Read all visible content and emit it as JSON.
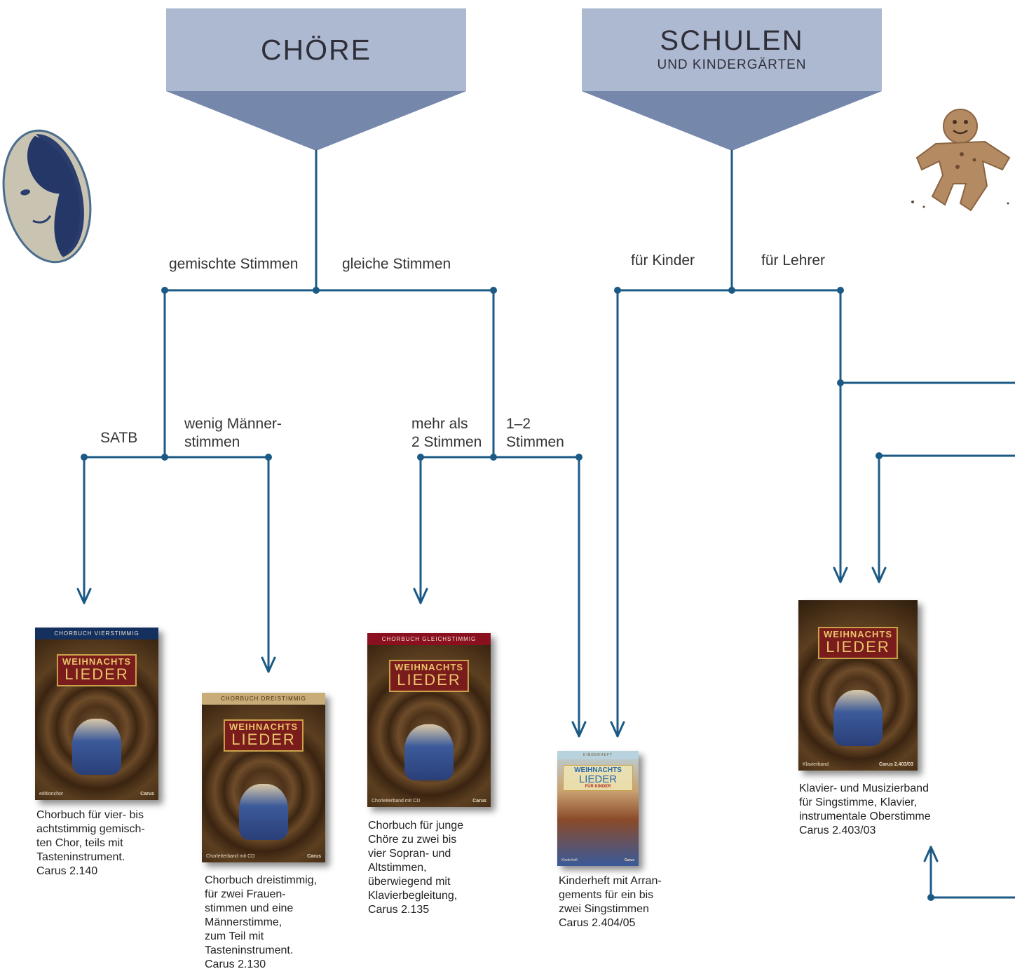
{
  "headers": {
    "choere": {
      "title": "CHÖRE"
    },
    "schulen": {
      "title": "SCHULEN",
      "subtitle": "UND KINDERGÄRTEN"
    }
  },
  "branch_labels": {
    "gemischte": "gemischte Stimmen",
    "gleiche": "gleiche Stimmen",
    "kinder": "für Kinder",
    "lehrer": "für Lehrer",
    "satb": "SATB",
    "wenig_1": "wenig Männer-",
    "wenig_2": "stimmen",
    "mehr_1": "mehr als",
    "mehr_2": "2 Stimmen",
    "eins_1": "1–2",
    "eins_2": "Stimmen"
  },
  "books": {
    "vierstimmig": {
      "band": "CHORBUCH VIERSTIMMIG",
      "title_top": "WEIHNACHTS",
      "title_bottom": "LIEDER",
      "foot_left": "editionchor",
      "foot_right": "Carus",
      "caption": [
        "Chorbuch für vier- bis",
        "achtstimmig gemisch-",
        "ten Chor, teils mit",
        "Tasteninstrument.",
        "Carus 2.140"
      ]
    },
    "dreistimmig": {
      "band": "CHORBUCH DREISTIMMIG",
      "title_top": "WEIHNACHTS",
      "title_bottom": "LIEDER",
      "foot_left": "Chorleiterband mit CD",
      "foot_right": "Carus",
      "caption": [
        "Chorbuch dreistimmig,",
        "für zwei Frauen-",
        "stimmen und eine",
        "Männerstimme,",
        "zum Teil mit",
        "Tasteninstrument.",
        "Carus 2.130"
      ]
    },
    "gleichstimmig": {
      "band": "CHORBUCH GLEICHSTIMMIG",
      "title_top": "WEIHNACHTS",
      "title_bottom": "LIEDER",
      "foot_left": "Chorleiterband mit CD",
      "foot_right": "Carus",
      "caption": [
        "Chorbuch für junge",
        "Chöre zu zwei bis",
        "vier Sopran- und",
        "Altstimmen,",
        "überwiegend mit",
        "Klavierbegleitung,",
        "Carus 2.135"
      ]
    },
    "kinderheft": {
      "band": "KINDERHEFT",
      "title_top": "WEIHNACHTS",
      "title_bottom": "LIEDER",
      "title_small": "FÜR KINDER",
      "foot_left": "Kinderheft",
      "foot_right": "Carus",
      "caption": [
        "Kinderheft mit Arran-",
        "gements für ein bis",
        "zwei Singstimmen",
        "Carus 2.404/05"
      ]
    },
    "klavierband": {
      "band": "",
      "title_top": "WEIHNACHTS",
      "title_bottom": "LIEDER",
      "foot_left": "Klavierband",
      "foot_right": "Carus 2.403/03",
      "caption": [
        "Klavier- und Musizierband",
        "für Singstimme, Klavier,",
        "instrumentale Oberstimme",
        "Carus 2.403/03"
      ]
    }
  },
  "colors": {
    "line": "#1c5a86",
    "header_top": "#adb9d1",
    "header_point": "#7587ab",
    "band_blue": "#14305f",
    "band_gold": "#c8ad78",
    "band_red": "#8a1020",
    "band_light": "#b9d3de"
  },
  "decorations": [
    "moon-illustration",
    "gingerbread-man-illustration"
  ]
}
